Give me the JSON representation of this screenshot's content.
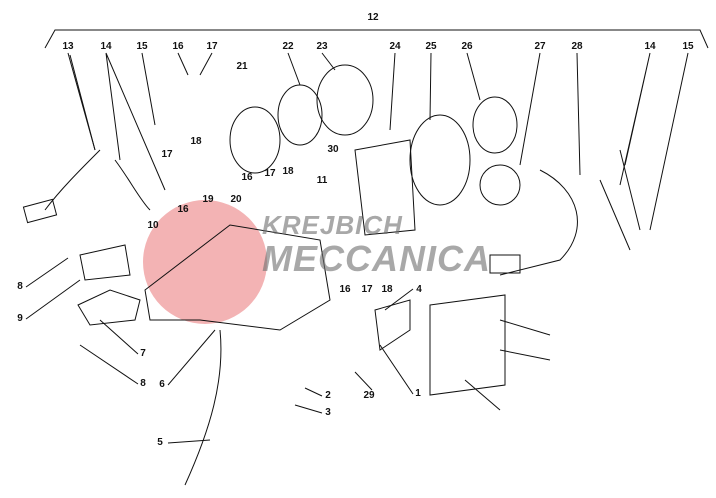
{
  "diagram": {
    "watermark": {
      "line1": "KREJBICH",
      "line2": "MECCANICA",
      "accent_color": "#e9797b"
    },
    "callouts": [
      "12",
      "13",
      "14",
      "15",
      "16",
      "17",
      "21",
      "22",
      "23",
      "24",
      "25",
      "26",
      "27",
      "28",
      "14",
      "15",
      "18",
      "17",
      "16",
      "19",
      "20",
      "30",
      "16",
      "17",
      "18",
      "11",
      "10",
      "8",
      "9",
      "7",
      "8",
      "6",
      "5",
      "2",
      "3",
      "29",
      "1",
      "4",
      "16",
      "17",
      "18"
    ]
  }
}
